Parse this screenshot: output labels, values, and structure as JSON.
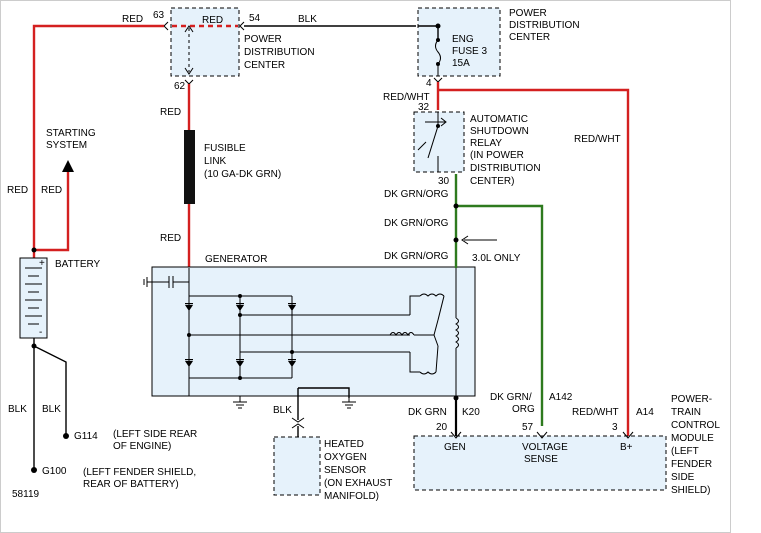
{
  "labels": {
    "red_top_left": "RED",
    "red_pdc_inner": "RED",
    "pin63": "63",
    "pin54": "54",
    "blk_top": "BLK",
    "pdc1_line1": "POWER",
    "pdc1_line2": "DISTRIBUTION",
    "pdc1_line3": "CENTER",
    "pin62": "62",
    "red_mid": "RED",
    "fusible_line1": "FUSIBLE",
    "fusible_line2": "LINK",
    "fusible_line3": "(10 GA-DK GRN)",
    "red_low": "RED",
    "starting_line1": "STARTING",
    "starting_line2": "SYSTEM",
    "red_left1": "RED",
    "red_left2": "RED",
    "battery": "BATTERY",
    "battery_plus": "+",
    "battery_minus": "-",
    "generator": "GENERATOR",
    "pdc2_line1": "POWER",
    "pdc2_line2": "DISTRIBUTION",
    "pdc2_line3": "CENTER",
    "fuse_line1": "ENG",
    "fuse_line2": "FUSE 3",
    "fuse_line3": "15A",
    "pin4": "4",
    "red_wht_1": "RED/WHT",
    "pin32": "32",
    "asd_line1": "AUTOMATIC",
    "asd_line2": "SHUTDOWN",
    "asd_line3": "RELAY",
    "asd_line4": "(IN POWER",
    "asd_line5": "DISTRIBUTION",
    "asd_line6": "CENTER)",
    "red_wht_2": "RED/WHT",
    "pin30": "30",
    "dkgrn1": "DK GRN/ORG",
    "dkgrn2": "DK GRN/ORG",
    "dkgrn3": "DK GRN/ORG",
    "only30": "3.0L ONLY",
    "blk_bat1": "BLK",
    "blk_bat2": "BLK",
    "g114": "G114",
    "g114_desc1": "(LEFT SIDE REAR",
    "g114_desc2": "OF ENGINE)",
    "g100": "G100",
    "g100_desc1": "(LEFT FENDER SHIELD,",
    "g100_desc2": "REAR OF BATTERY)",
    "code": "58119",
    "blk_o2": "BLK",
    "o2_line1": "HEATED",
    "o2_line2": "OXYGEN",
    "o2_line3": "SENSOR",
    "o2_line4": "(ON EXHAUST",
    "o2_line5": "MANIFOLD)",
    "dk_grn": "DK GRN",
    "k20": "K20",
    "dkgrn_org_a": "DK GRN/",
    "dkgrn_org_b": "ORG",
    "a142": "A142",
    "red_wht_3": "RED/WHT",
    "a14": "A14",
    "pin20": "20",
    "pin57": "57",
    "pin3": "3",
    "gen_pin": "GEN",
    "vs_line1": "VOLTAGE",
    "vs_line2": "SENSE",
    "bplus": "B+",
    "pcm_line1": "POWER-",
    "pcm_line2": "TRAIN",
    "pcm_line3": "CONTROL",
    "pcm_line4": "MODULE",
    "pcm_line5": "(LEFT",
    "pcm_line6": "FENDER",
    "pcm_line7": "SIDE",
    "pcm_line8": "SHIELD)"
  },
  "colors": {
    "red_wire": "#d42020",
    "green_wire": "#2e7a1e",
    "component_fill": "#e6f2fb",
    "black_wire": "#000000"
  }
}
